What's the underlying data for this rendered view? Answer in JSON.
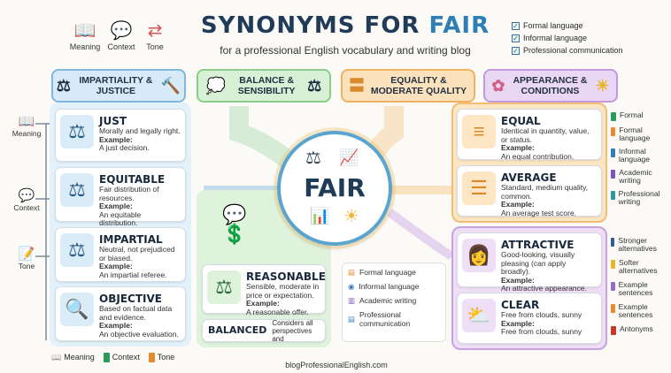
{
  "header": {
    "title_main": "SYNONYMS FOR ",
    "title_accent": "FAIR",
    "subtitle": "for a professional English vocabulary and writing blog"
  },
  "top_icons": [
    {
      "label": "Meaning",
      "icon": "book-icon"
    },
    {
      "label": "Context",
      "icon": "speech-bubbles-icon"
    },
    {
      "label": "Tone",
      "icon": "arrows-icon"
    }
  ],
  "top_legend": [
    "Formal language",
    "Informal language",
    "Professional communication"
  ],
  "categories": {
    "impartiality": "IMPARTIALITY & JUSTICE",
    "balance": "BALANCE & SENSIBILITY",
    "equality": "EQUALITY & MODERATE QUALITY",
    "appearance": "APPEARANCE & CONDITIONS"
  },
  "left_sidebar": [
    "Meaning",
    "Context",
    "Tone"
  ],
  "cards_left": [
    {
      "word": "JUST",
      "def": "Morally and legally right.",
      "ex_label": "Example:",
      "ex": "A just decision."
    },
    {
      "word": "EQUITABLE",
      "def": "Fair distribution of resources.",
      "ex_label": "Example:",
      "ex": "An equitable distribution."
    },
    {
      "word": "IMPARTIAL",
      "def": "Neutral, not prejudiced or biased.",
      "ex_label": "Example:",
      "ex": "An impartial referee."
    },
    {
      "word": "OBJECTIVE",
      "def": "Based on factual data and evidence.",
      "ex_label": "Example:",
      "ex": "An objective evaluation."
    }
  ],
  "center": {
    "word": "FAIR"
  },
  "card_reasonable": {
    "word": "REASONABLE",
    "def": "Sensible, moderate in price or expectation.",
    "ex_label": "Example:",
    "ex": "A reasonable offer."
  },
  "card_balanced": {
    "word": "BALANCED",
    "def": "Considers all perspectives and"
  },
  "mid_legend": [
    "Formal language",
    "Informal language",
    "Academic writing",
    "Professional communication"
  ],
  "cards_orange": [
    {
      "word": "EQUAL",
      "def": "Identical in quantity, value, or status.",
      "ex_label": "Example:",
      "ex": "An equal contribution."
    },
    {
      "word": "AVERAGE",
      "def": "Standard, medium quality, common.",
      "ex_label": "Example:",
      "ex": "An average test score."
    }
  ],
  "cards_purple": [
    {
      "word": "ATTRACTIVE",
      "def": "Good-looking, visually pleasing (can apply broadly).",
      "ex_label": "Example:",
      "ex": "An attractive appearance."
    },
    {
      "word": "CLEAR",
      "def": "Free from clouds, sunny",
      "ex_label": "Example:",
      "ex": "Free from clouds, sunny"
    }
  ],
  "right_legend_top": [
    "Formal",
    "Formal language",
    "Informal language",
    "Academic writing",
    "Professional writing"
  ],
  "right_legend_bottom": [
    "Stronger alternatives",
    "Softer alternatives",
    "Example sentences",
    "Example sentences",
    "Antonyms"
  ],
  "bottom_legend": [
    "Meaning",
    "Context",
    "Tone"
  ],
  "footer": "blogProfessionalEnglish.com",
  "colors": {
    "blue": "#2e7fb5",
    "green": "#7cc47f",
    "orange": "#f0a84a",
    "purple": "#b98ad6",
    "navy": "#1f3b57"
  }
}
